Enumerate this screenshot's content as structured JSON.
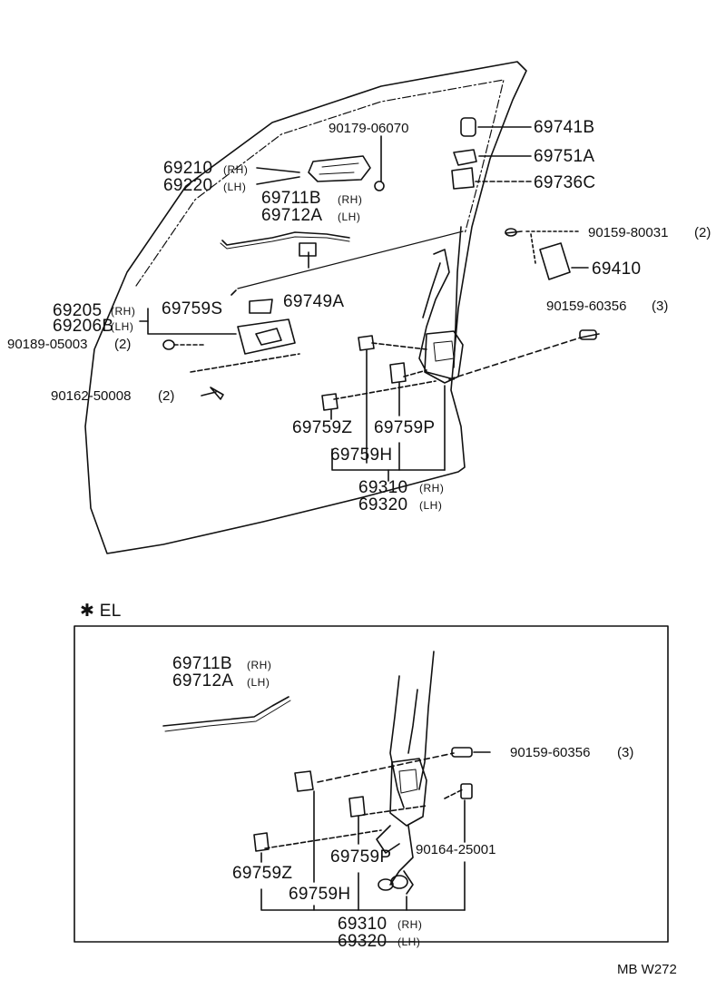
{
  "section_marker": "✱ EL",
  "footer_code": "MB  W272",
  "upper": {
    "p_90179_06070": "90179-06070",
    "p_69210": "69210",
    "p_69220": "69220",
    "rh": "(RH)",
    "lh": "(LH)",
    "p_69711B": "69711B",
    "p_69712A": "69712A",
    "p_69741B": "69741B",
    "p_69751A": "69751A",
    "p_69736C": "69736C",
    "p_90159_80031": "90159-80031",
    "qty2": "(2)",
    "p_69410": "69410",
    "p_69749A": "69749A",
    "p_69205": "69205",
    "p_69206B": "69206B",
    "p_69759S": "69759S",
    "p_90189_05003": "90189-05003",
    "p_90162_50008": "90162-50008",
    "p_90159_60356": "90159-60356",
    "qty3": "(3)",
    "p_69759Z": "69759Z",
    "p_69759P": "69759P",
    "p_69759H": "69759H",
    "p_69310": "69310",
    "p_69320": "69320"
  },
  "lower": {
    "p_69711B": "69711B",
    "p_69712A": "69712A",
    "rh": "(RH)",
    "lh": "(LH)",
    "p_90159_60356": "90159-60356",
    "qty3": "(3)",
    "p_90164_25001": "90164-25001",
    "p_69759P": "69759P",
    "p_69759Z": "69759Z",
    "p_69759H": "69759H",
    "p_69310": "69310",
    "p_69320": "69320"
  }
}
